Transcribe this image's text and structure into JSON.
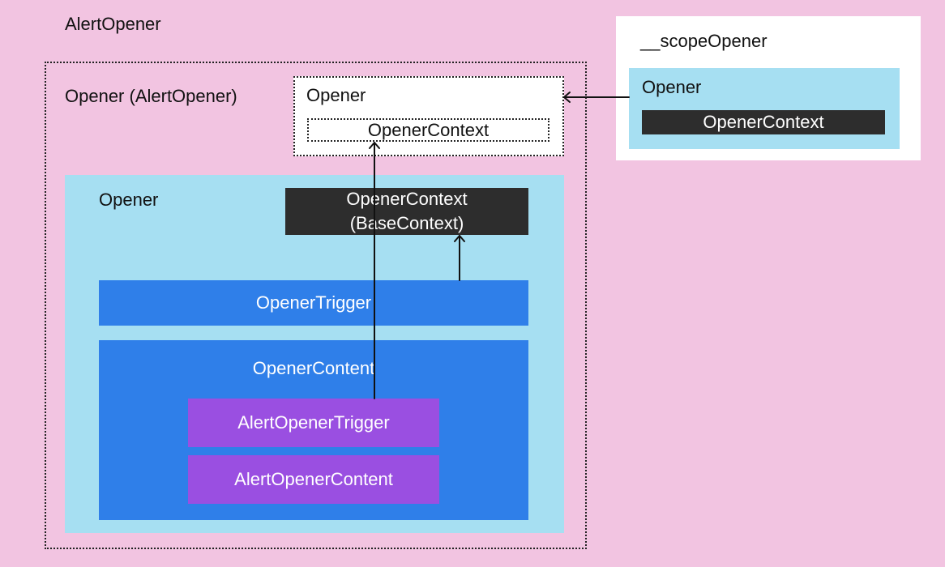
{
  "outer": {
    "title": "AlertOpener",
    "opener_label": "Opener (AlertOpener)"
  },
  "opener_white": {
    "label": "Opener",
    "context_label": "OpenerContext"
  },
  "opener_main": {
    "label": "Opener",
    "context_line1": "OpenerContext",
    "context_line2": "(BaseContext)",
    "trigger_label": "OpenerTrigger",
    "content_label": "OpenerContent",
    "alert_trigger_label": "AlertOpenerTrigger",
    "alert_content_label": "AlertOpenerContent"
  },
  "scope_panel": {
    "title": "__scopeOpener",
    "opener_label": "Opener",
    "context_label": "OpenerContext"
  },
  "colors": {
    "background": "#f2c4e1",
    "light_blue": "#a6dff2",
    "blue": "#2f7fe9",
    "purple": "#9a4fe1",
    "dark": "#2d2d2d",
    "white": "#ffffff"
  }
}
